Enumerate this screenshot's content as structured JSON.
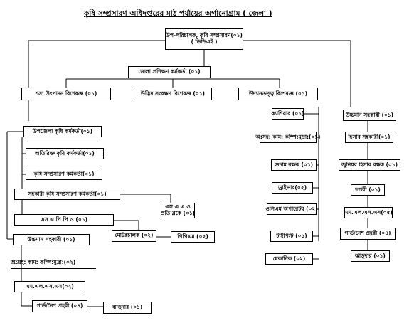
{
  "title": "কৃষি সম্প্রসারণ অধিদপ্তরের মাঠ পর্যায়ের অর্গানোগ্রাম ( জেলা )",
  "nodes": {
    "top_line1": "উপ-পরিচালক, কৃষি সম্প্রসারণ(০১)",
    "top_line2": "( ডিডিএই )",
    "training_officer": "জেলা প্রশিক্ষণ কর্মকর্তা (০১)",
    "crop_specialist": "শস্য উৎপাদন বিশেষজ্ঞ (০১)",
    "plant_protection_specialist": "উদ্ভিদ সংরক্ষণ বিশেষজ্ঞ (০১)",
    "horticulture_specialist": "উদ্যানতত্ত্ব বিশেষজ্ঞ (০১)",
    "cashier": "ক্যাশিয়ার (০১)",
    "admin_assistant": "উচ্চমান সহকারী (০১)",
    "steno_typist": "অ:সহ: কাম: কম্পি:মুদ্রা:(০১)",
    "accountant": "হিসাব সহকারী(০১)",
    "store_keeper": "গুদাম রক্ষক (০১)",
    "junior_accountant": "জুনিয়র হিসাব রক্ষক (০১)",
    "driver": "ড্রাইভার(০২)",
    "dispatch_rider": "দপ্তরী (০১)",
    "sprayer_operator": "ওসিএম অপারেটর (০২)",
    "mlss_right": "এম.এল.এস.এস(০৫)",
    "typist": "টাইপিস্ট (০১)",
    "guard_right": "গার্ড/নৈশ প্রহরী (০৪)",
    "mechanic": "মেকানিক (০২)",
    "sweeper_right": "ঝাড়ুদার (০১)",
    "upazila_officer": "উপজেলা কৃষি কর্মকর্তা(০১)",
    "additional_officer": "অতিরিক্ত কৃষি কর্মকর্তা(০১)",
    "extension_officer": "কৃষি সম্প্রসারণ কর্মকর্তা(০১)",
    "assistant_extension_officer": "সহকারী কৃষি সম্প্রসারণ কর্মকর্তা(০১)",
    "saao_line1": "এস এ এ ও",
    "saao_line2": "প্রতি ব্লকে (০১)",
    "saao": "এস এ পি পি ও (০১)",
    "motor_driver": "মোটরচালক (০২)",
    "piem": "পিপিএম (০২)",
    "upazila_assistant": "উচ্চমান সহকারী (০১)",
    "upazila_steno": "অ:সহ: কাম: কম্পি:মুদ্রা:(০২)",
    "upazila_mlss": "এম.এল.এস.এস(০২)",
    "upazila_guard": "গার্ড/নৈশ প্রহরী (০৪)",
    "upazila_sweeper": "ঝাড়ুদার (০১)"
  }
}
